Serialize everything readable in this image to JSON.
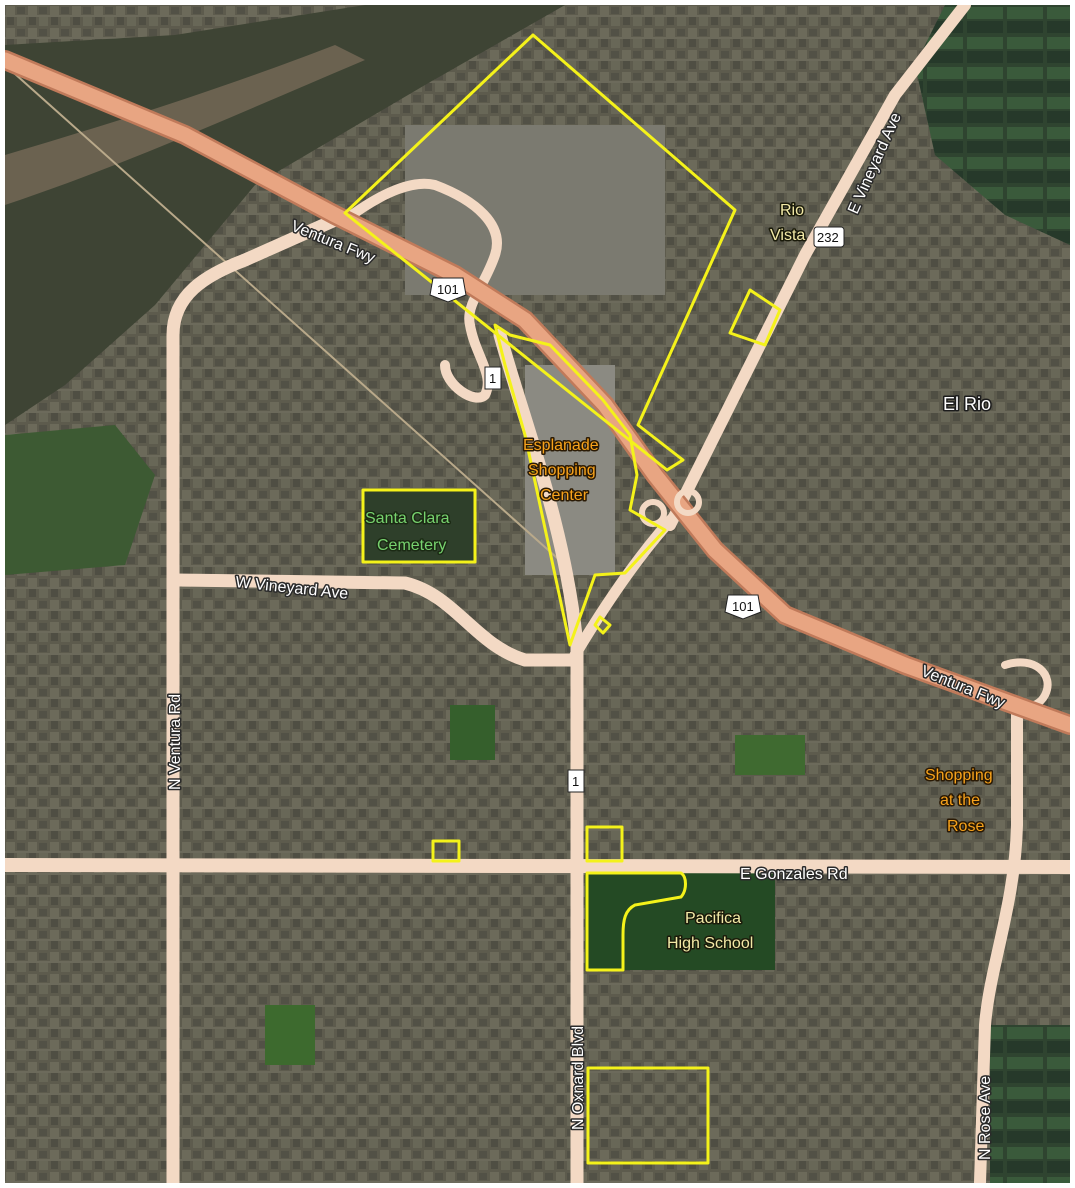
{
  "map": {
    "place_labels": {
      "el_rio": "El Rio",
      "rio_vista_1": "Rio",
      "rio_vista_2": "Vista"
    },
    "road_labels": {
      "ventura_fwy_west": "Ventura  Fwy",
      "ventura_fwy_east": "Ventura  Fwy",
      "e_vineyard": "E Vineyard Ave",
      "w_vineyard": "W Vineyard Ave",
      "n_ventura": "N Ventura Rd",
      "n_oxnard": "N Oxnard Blvd",
      "e_gonzales": "E Gonzales Rd",
      "n_rose": "N Rose Ave"
    },
    "shields": {
      "us101_a": "101",
      "us101_b": "101",
      "sr1_a": "1",
      "sr1_b": "1",
      "sr232": "232"
    },
    "poi_labels": {
      "esplanade_1": "Esplanade",
      "esplanade_2": "Shopping",
      "esplanade_3": "Center",
      "shopping_rose_1": "Shopping",
      "shopping_rose_2": "at the",
      "shopping_rose_3": "Rose",
      "cemetery_1": "Santa Clara",
      "cemetery_2": "Cemetery",
      "school_1": "Pacifica",
      "school_2": "High School"
    },
    "colors": {
      "highlight_outline": "#f4f21a",
      "freeway": "#e8a582",
      "major_road": "#f3d9c4",
      "urban_base": "#5b5a4c",
      "river": "#3d4232"
    }
  }
}
